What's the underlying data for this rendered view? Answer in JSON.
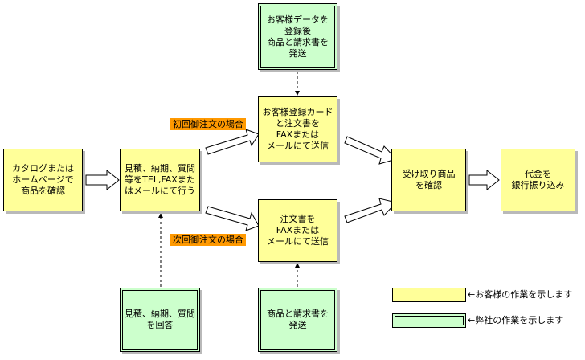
{
  "diagram": {
    "boxes": {
      "catalog": "カタログまたは\nホームページで\n商品を確認",
      "inquiry": "見積、納期、質問\n等をTEL,FAXまた\nはメールにて行う",
      "first_order": "お客様登録カード\nと注文書を\nFAXまたは\nメールにて送信",
      "repeat_order": "注文書を\nFAXまたは\nメールにて送信",
      "receive": "受け取り商品\nを確認",
      "payment": "代金を\n銀行振り込み",
      "register": "お客様データを\n登録後\n商品と請求書を\n発送",
      "answer": "見積、納期、質問\nを回答",
      "ship": "商品と請求書を\n発送"
    },
    "labels": {
      "first_time": "初回御注文の場合",
      "next_time": "次回御注文の場合"
    },
    "legend": {
      "customer": "←お客様の作業を示します",
      "company": "←弊社の作業を示します"
    },
    "colors": {
      "customer": "#ffff99",
      "company": "#ccffcc",
      "label": "#ff9900"
    }
  }
}
